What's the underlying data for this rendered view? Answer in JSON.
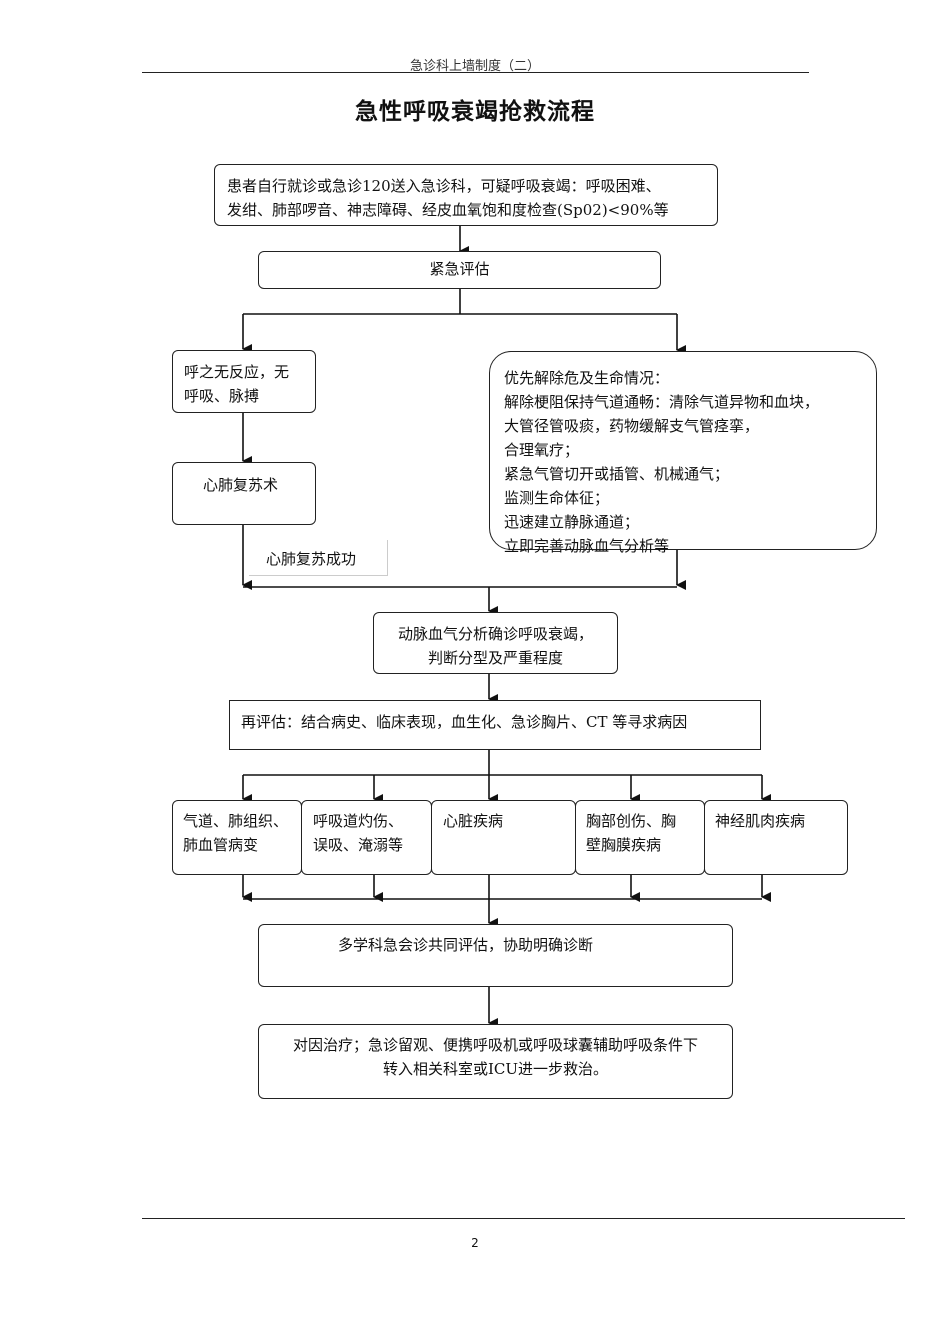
{
  "header": {
    "doc_title": "急诊科上墙制度（二）",
    "page_number": "2"
  },
  "title": "急性呼吸衰竭抢救流程",
  "nodes": {
    "start": {
      "lines": [
        "患者自行就诊或急诊120送入急诊科，可疑呼吸衰竭：呼吸困难、",
        "发绀、肺部啰音、神志障碍、经皮血氧饱和度检查(Sp02)<90%等"
      ]
    },
    "assess": {
      "text": "紧急评估"
    },
    "no_response": {
      "lines": [
        "呼之无反应，无",
        "呼吸、脉搏"
      ]
    },
    "cpr": {
      "text": "心肺复苏术"
    },
    "cpr_success": {
      "text": "心肺复苏成功"
    },
    "priority": {
      "lines": [
        "优先解除危及生命情况：",
        "解除梗阻保持气道通畅：清除气道异物和血块，",
        "大管径管吸痰，药物缓解支气管痉挛，",
        "合理氧疗；",
        "紧急气管切开或插管、机械通气；",
        "监测生命体征；",
        "迅速建立静脉通道；",
        "立即完善动脉血气分析等"
      ]
    },
    "abg": {
      "lines": [
        "动脉血气分析确诊呼吸衰竭，",
        "判断分型及严重程度"
      ]
    },
    "reassess": {
      "text": "再评估：结合病史、临床表现，血生化、急诊胸片、CT 等寻求病因"
    },
    "causes": [
      {
        "lines": [
          "气道、肺组织、",
          "肺血管病变"
        ]
      },
      {
        "lines": [
          "呼吸道灼伤、",
          "误吸、淹溺等"
        ]
      },
      {
        "lines": [
          "心脏疾病"
        ]
      },
      {
        "lines": [
          "胸部创伤、胸",
          "壁胸膜疾病"
        ]
      },
      {
        "lines": [
          "神经肌肉疾病"
        ]
      }
    ],
    "mdt": {
      "text": "多学科急会诊共同评估，协助明确诊断"
    },
    "treatment": {
      "lines": [
        "对因治疗；急诊留观、便携呼吸机或呼吸球囊辅助呼吸条件下",
        "转入相关科室或ICU进一步救治。"
      ]
    }
  }
}
